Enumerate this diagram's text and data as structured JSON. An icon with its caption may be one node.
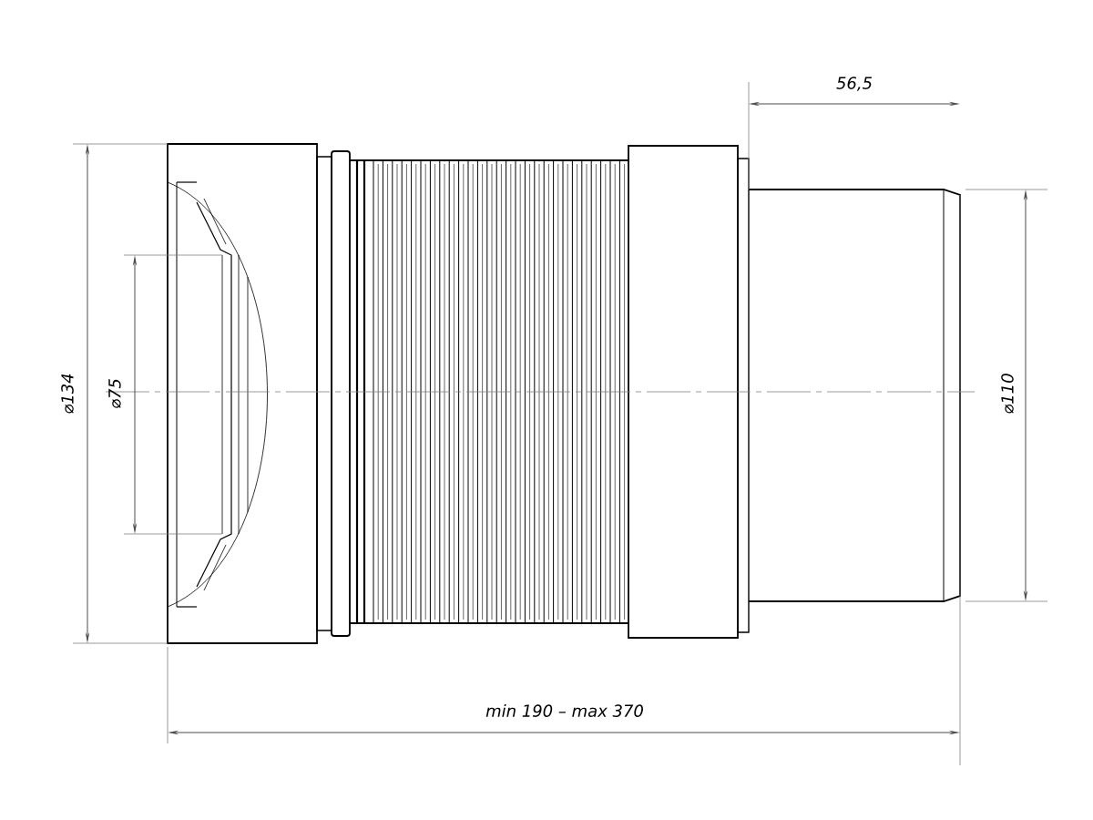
{
  "diagram": {
    "labels": [
      "56,5",
      "⌀134",
      "⌀75",
      "⌀110",
      "min 190 – max 370"
    ]
  }
}
